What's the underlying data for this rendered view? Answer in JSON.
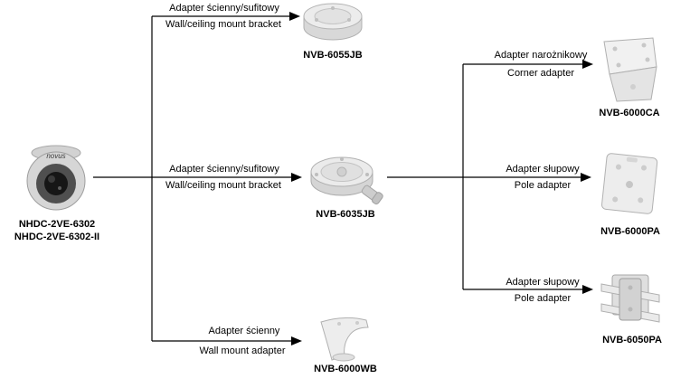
{
  "diagram": {
    "camera": {
      "logo": "novus",
      "model_line1": "NHDC-2VE-6302",
      "model_line2": "NHDC-2VE-6302-II"
    },
    "branches": [
      {
        "label_pl": "Adapter ścienny/sufitowy",
        "label_en": "Wall/ceiling mount bracket",
        "product": "NVB-6055JB"
      },
      {
        "label_pl": "Adapter ścienny/sufitowy",
        "label_en": "Wall/ceiling mount bracket",
        "product": "NVB-6035JB"
      },
      {
        "label_pl": "Adapter ścienny",
        "label_en": "Wall mount adapter",
        "product": "NVB-6000WB"
      }
    ],
    "sub_branches": [
      {
        "label_pl": "Adapter narożnikowy",
        "label_en": "Corner adapter",
        "product": "NVB-6000CA"
      },
      {
        "label_pl": "Adapter słupowy",
        "label_en": "Pole adapter",
        "product": "NVB-6000PA"
      },
      {
        "label_pl": "Adapter słupowy",
        "label_en": "Pole adapter",
        "product": "NVB-6050PA"
      }
    ]
  }
}
